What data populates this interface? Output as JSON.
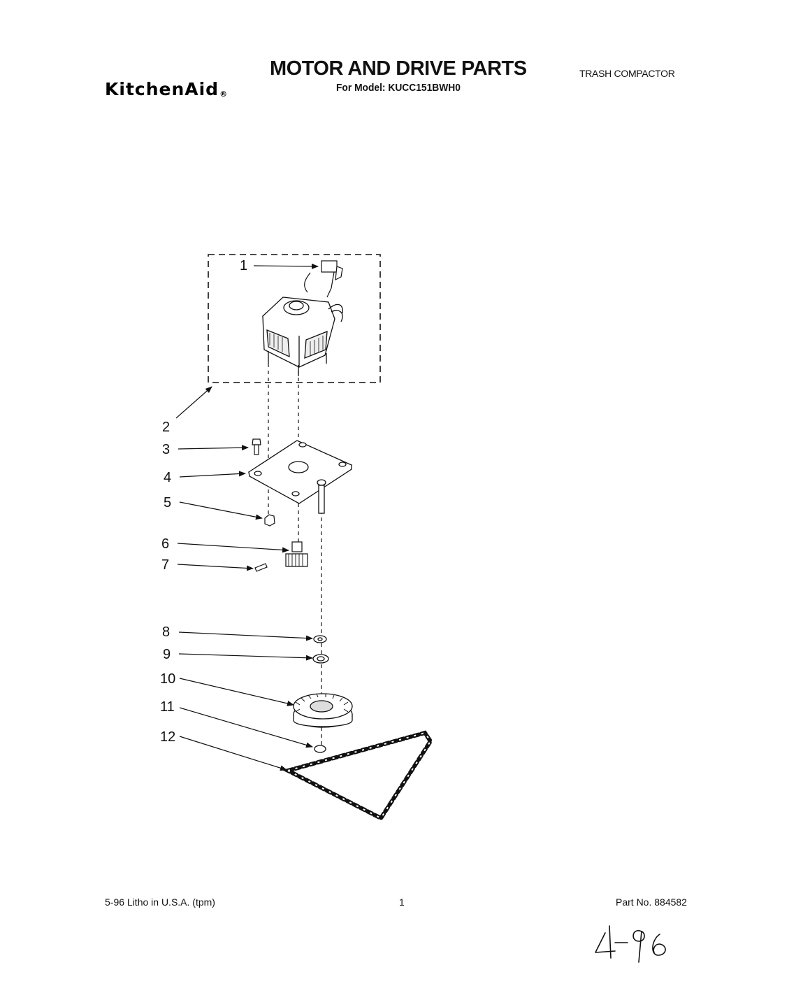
{
  "header": {
    "brand": "KitchenAid",
    "title": "MOTOR AND DRIVE PARTS",
    "model": "For Model: KUCC151BWH0",
    "product": "TRASH COMPACTOR"
  },
  "callouts": [
    "1",
    "2",
    "3",
    "4",
    "5",
    "6",
    "7",
    "8",
    "9",
    "10",
    "11",
    "12"
  ],
  "footer": {
    "left": "5-96 Litho in U.S.A. (tpm)",
    "center": "1",
    "right": "Part No. 884582"
  },
  "handwritten_note": "4-96"
}
